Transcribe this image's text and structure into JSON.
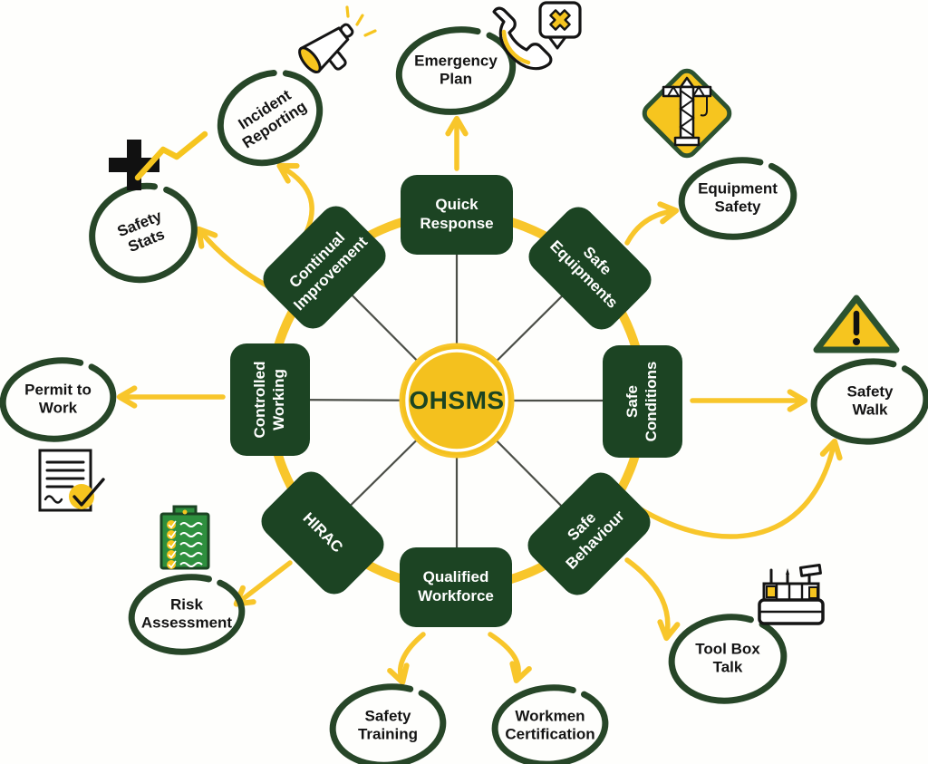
{
  "diagram": {
    "title": "OHSMS wheel diagram",
    "center": {
      "label": "OHSMS"
    },
    "spokes": [
      {
        "label": "Quick Response"
      },
      {
        "label": "Safe Equipments"
      },
      {
        "label": "Safe Conditions"
      },
      {
        "label": "Safe Behaviour"
      },
      {
        "label": "Qualified Workforce"
      },
      {
        "label": "HIRAC"
      },
      {
        "label": "Controlled Working"
      },
      {
        "label": "Continual Improvement"
      }
    ],
    "satellites": [
      {
        "label": "Emergency Plan"
      },
      {
        "label": "Equipment Safety"
      },
      {
        "label": "Safety Walk"
      },
      {
        "label": "Tool Box Talk"
      },
      {
        "label": "Workmen Certification"
      },
      {
        "label": "Safety Training"
      },
      {
        "label": "Risk Assessment"
      },
      {
        "label": "Permit to Work"
      },
      {
        "label": "Safety Stats"
      },
      {
        "label": "Incident Reporting"
      }
    ],
    "icons": [
      {
        "name": "emergency-call-icon"
      },
      {
        "name": "megaphone-icon"
      },
      {
        "name": "stats-trend-icon"
      },
      {
        "name": "crane-sign-icon"
      },
      {
        "name": "warning-triangle-icon"
      },
      {
        "name": "permit-document-icon"
      },
      {
        "name": "checklist-clipboard-icon"
      },
      {
        "name": "toolbox-icon"
      }
    ],
    "colors": {
      "dark_green": "#1C4423",
      "oval_green": "#274628",
      "yellow": "#F8C62B",
      "icon_yellow": "#F6C51F",
      "clipboard_green": "#2E8F3E",
      "text_dark": "#141414",
      "background": "#ffffff"
    }
  }
}
